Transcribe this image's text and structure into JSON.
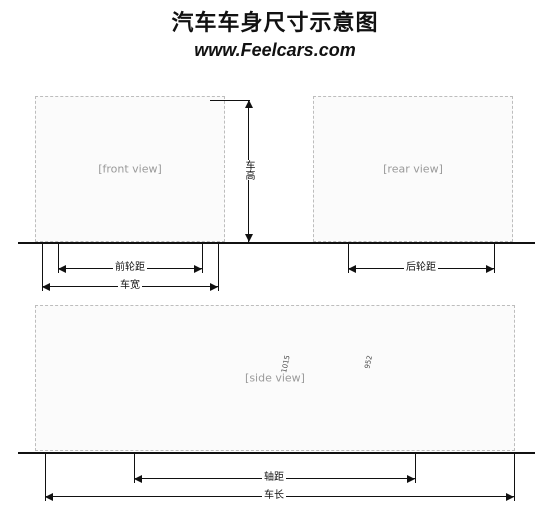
{
  "header": {
    "title": "汽车车身尺寸示意图",
    "site": "www.Feelcars.com"
  },
  "labels": {
    "height": "车高",
    "front_track": "前轮距",
    "width": "车宽",
    "rear_track": "后轮距",
    "wheelbase": "轴距",
    "length": "车长",
    "interior_front": "1015",
    "interior_rear": "952"
  }
}
